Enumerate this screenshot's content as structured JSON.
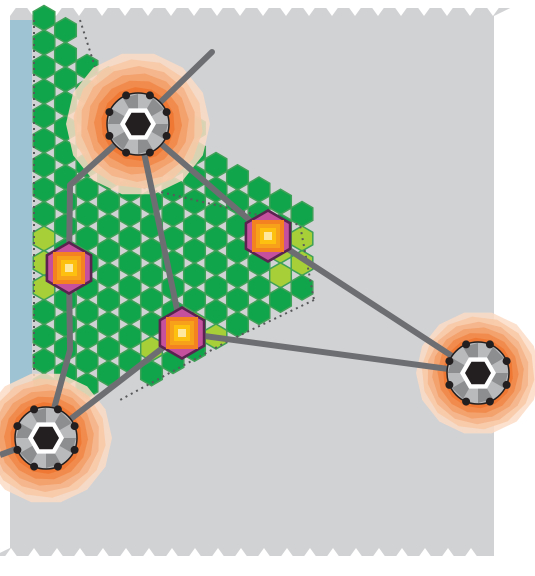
{
  "colors": {
    "board": "#d1d2d4",
    "water": "#9ec3d2",
    "forest": "#10a54a",
    "forest_edge": "#3fa057",
    "meadow": "#a6cf38",
    "road": "#6d6e71",
    "node_fill": "#b9babc",
    "node_core": "#231f20",
    "node_rim": "#ffffff",
    "zone": [
      "#fbdcc6",
      "#f8c8a6",
      "#f5b387",
      "#f29e67",
      "#f08748",
      "#ee7530"
    ],
    "site_fill": "#c4509e",
    "site_rim": "#5a2350",
    "site_core": [
      "#f58220",
      "#f7a11a",
      "#fdc010",
      "#fee8a0"
    ]
  },
  "map": {
    "nodes": [
      "node-north",
      "node-east",
      "node-southwest"
    ],
    "sites": [
      "site-west",
      "site-center",
      "site-northeast"
    ],
    "links": [
      "node-north-to-site-northeast",
      "node-north-to-site-center",
      "node-north-to-site-west",
      "site-northeast-to-node-east",
      "site-center-to-node-east",
      "node-southwest-to-site-west",
      "node-southwest-to-site-center",
      "node-north-stub",
      "node-southwest-stub"
    ]
  }
}
